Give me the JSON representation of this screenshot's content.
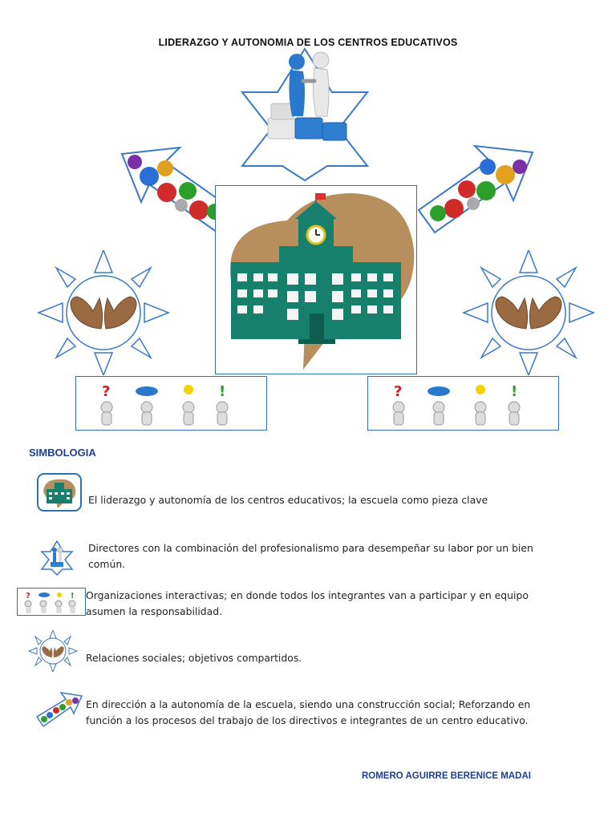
{
  "title": "LIDERAZGO Y AUTONOMIA DE LOS CENTROS EDUCATIVOS",
  "section_heading": "SIMBOLOGIA",
  "legend": [
    {
      "icon": "school-icon",
      "text": "El liderazgo y autonomía de los centros educativos; la escuela como pieza clave"
    },
    {
      "icon": "star-handshake-icon",
      "text": "Directores con la combinación del profesionalismo para desempeñar su labor por un bien común."
    },
    {
      "icon": "people-ideas-icon",
      "text": "Organizaciones interactivas; en donde todos los integrantes van a participar y en equipo asumen la responsabilidad."
    },
    {
      "icon": "sun-hands-icon",
      "text": "Relaciones sociales; objetivos compartidos."
    },
    {
      "icon": "gear-arrow-icon",
      "text": " En dirección a la autonomía de la escuela, siendo una construcción social; Reforzando en función a los procesos del trabajo de los directivos e integrantes de un centro educativo."
    }
  ],
  "author": "ROMERO AGUIRRE BERENICE MADAI",
  "colors": {
    "accent": "#2f6fb8",
    "heading": "#1f3f8f",
    "school": "#17806d",
    "bubble": "#b68f5c"
  }
}
